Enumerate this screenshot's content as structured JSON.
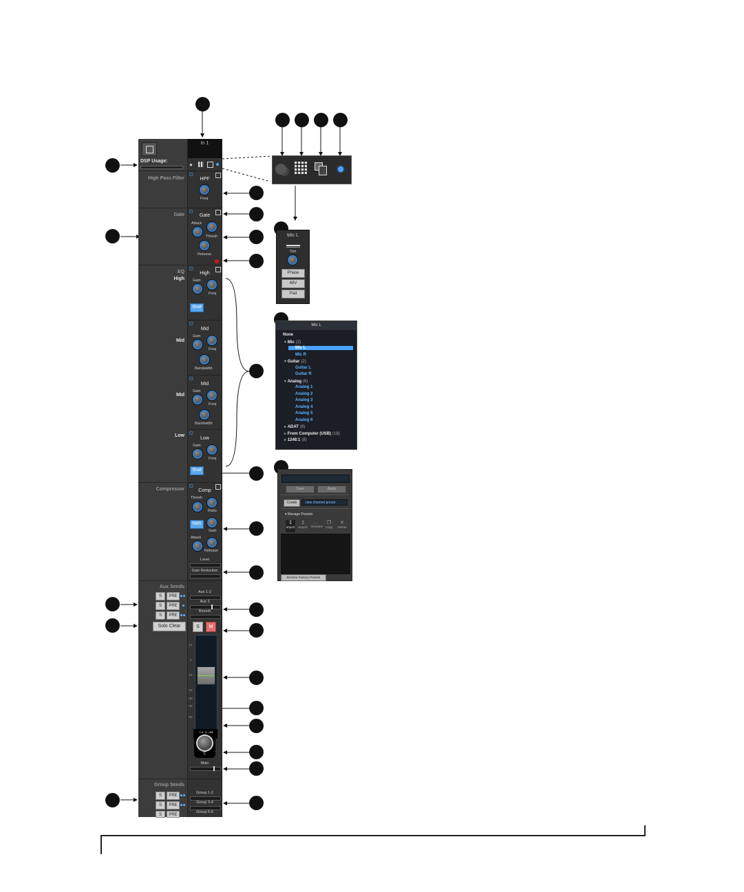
{
  "left_strip": {
    "dsp_usage_label": "DSP Usage:",
    "sections": {
      "hpf": "High Pass Filter",
      "gate": "Gate",
      "eq": "EQ",
      "compressor": "Compressor",
      "aux_sends": "Aux Sends",
      "group_sends": "Group Sends"
    },
    "eq_bands": [
      "High",
      "Mid",
      "Mid",
      "Low"
    ],
    "solo_clear_label": "Solo Clear",
    "s_label": "S",
    "pre_label": "PRE"
  },
  "channel": {
    "name": "In 1",
    "hpf": {
      "title": "HPF",
      "freq_label": "Freq"
    },
    "gate": {
      "title": "Gate",
      "attack": "Attack",
      "thresh": "Thresh",
      "release": "Release"
    },
    "eq": {
      "high": {
        "title": "High",
        "gain": "Gain",
        "freq": "Freq",
        "shelf": "Shelf"
      },
      "mid1": {
        "title": "Mid",
        "gain": "Gain",
        "freq": "Freq",
        "bandwidth": "Bandwidth"
      },
      "mid2": {
        "title": "Mid",
        "gain": "Gain",
        "freq": "Freq",
        "bandwidth": "Bandwidth"
      },
      "low": {
        "title": "Low",
        "gain": "Gain",
        "freq": "Freq",
        "shelf": "Shelf"
      }
    },
    "comp": {
      "title": "Comp",
      "thresh": "Thresh",
      "ratio": "Ratio",
      "rms": "RMS",
      "gain": "Gain",
      "attack": "Attack",
      "release": "Release",
      "level": "Level",
      "gain_reduction": "Gain Reduction"
    },
    "aux_sends": [
      "Aux 1-2",
      "Aux 3",
      "Reverb"
    ],
    "solo": "S",
    "mute": "M",
    "fader_scale": [
      "12",
      "0",
      "-10",
      "-20",
      "-30",
      "-40",
      "-60"
    ],
    "fader_value": "-14.3 dB",
    "pan_value": "C",
    "main_label": "Main",
    "group_sends": [
      "Group 1-2",
      "Group 3-4",
      "Group 5-6"
    ]
  },
  "mic_panel": {
    "name": "Mic L",
    "trim_label": "Trim",
    "buttons": [
      "Phase",
      "48V",
      "Pad"
    ]
  },
  "route_panel": {
    "title": "Mic L",
    "tree": [
      {
        "text": "None",
        "count": "",
        "level": 0,
        "kind": "root"
      },
      {
        "text": "Mic",
        "count": "(2)",
        "level": 1,
        "kind": "group"
      },
      {
        "text": "Mic L",
        "count": "",
        "level": 2,
        "kind": "selected"
      },
      {
        "text": "Mic R",
        "count": "",
        "level": 2,
        "kind": "item"
      },
      {
        "text": "Guitar",
        "count": "(2)",
        "level": 1,
        "kind": "group"
      },
      {
        "text": "Guitar L",
        "count": "",
        "level": 2,
        "kind": "item"
      },
      {
        "text": "Guitar R",
        "count": "",
        "level": 2,
        "kind": "item"
      },
      {
        "text": "Analog",
        "count": "(6)",
        "level": 1,
        "kind": "group"
      },
      {
        "text": "Analog 1",
        "count": "",
        "level": 2,
        "kind": "item"
      },
      {
        "text": "Analog 2",
        "count": "",
        "level": 2,
        "kind": "item"
      },
      {
        "text": "Analog 3",
        "count": "",
        "level": 2,
        "kind": "item"
      },
      {
        "text": "Analog 4",
        "count": "",
        "level": 2,
        "kind": "item"
      },
      {
        "text": "Analog 5",
        "count": "",
        "level": 2,
        "kind": "item"
      },
      {
        "text": "Analog 6",
        "count": "",
        "level": 2,
        "kind": "item"
      },
      {
        "text": "ADAT",
        "count": "(8)",
        "level": 1,
        "kind": "collapsed"
      },
      {
        "text": "From Computer (USB)",
        "count": "(18)",
        "level": 1,
        "kind": "collapsed"
      },
      {
        "text": "1248:1",
        "count": "(8)",
        "level": 1,
        "kind": "collapsed"
      }
    ]
  },
  "preset_panel": {
    "save": "Save",
    "apply": "Apply",
    "create": "Create",
    "new_preset_name": "new channel preset",
    "manage_presets": "Manage Presets",
    "tools": [
      "Import",
      "Export",
      "Rename",
      "Copy",
      "Delete"
    ],
    "restore": "Restore Factory Presets"
  },
  "colors": {
    "accent": "#4aa3ff",
    "mute": "#e07070",
    "panel": "#323232"
  }
}
